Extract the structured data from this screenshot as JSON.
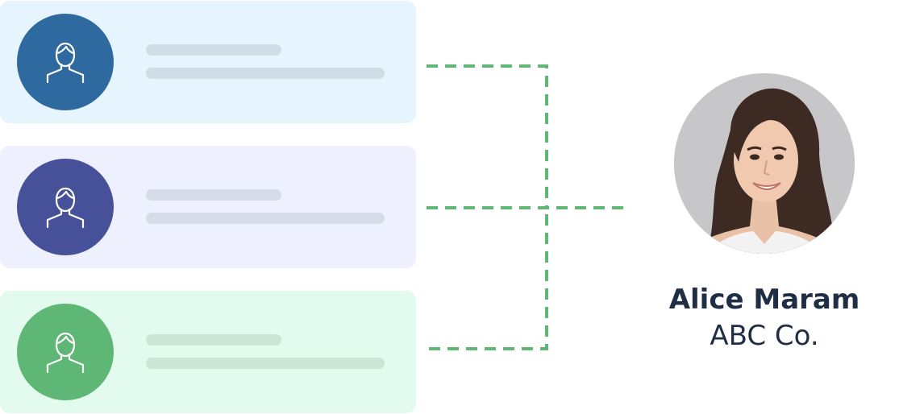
{
  "person": {
    "name": "Alice Maram",
    "company": "ABC Co."
  },
  "cards": [
    {
      "icon": "user-outline-icon",
      "card_color": "#e6f5fd",
      "circle_color": "#2e6aa0",
      "line_color": "#cfdde6"
    },
    {
      "icon": "user-outline-icon",
      "card_color": "#eef0fd",
      "circle_color": "#475199",
      "line_color": "#d7dbe9"
    },
    {
      "icon": "user-outline-icon",
      "card_color": "#e2fbee",
      "circle_color": "#5fb776",
      "line_color": "#cbe5d6"
    }
  ],
  "connector_color": "#5fb776",
  "photo_icon": "profile-photo"
}
